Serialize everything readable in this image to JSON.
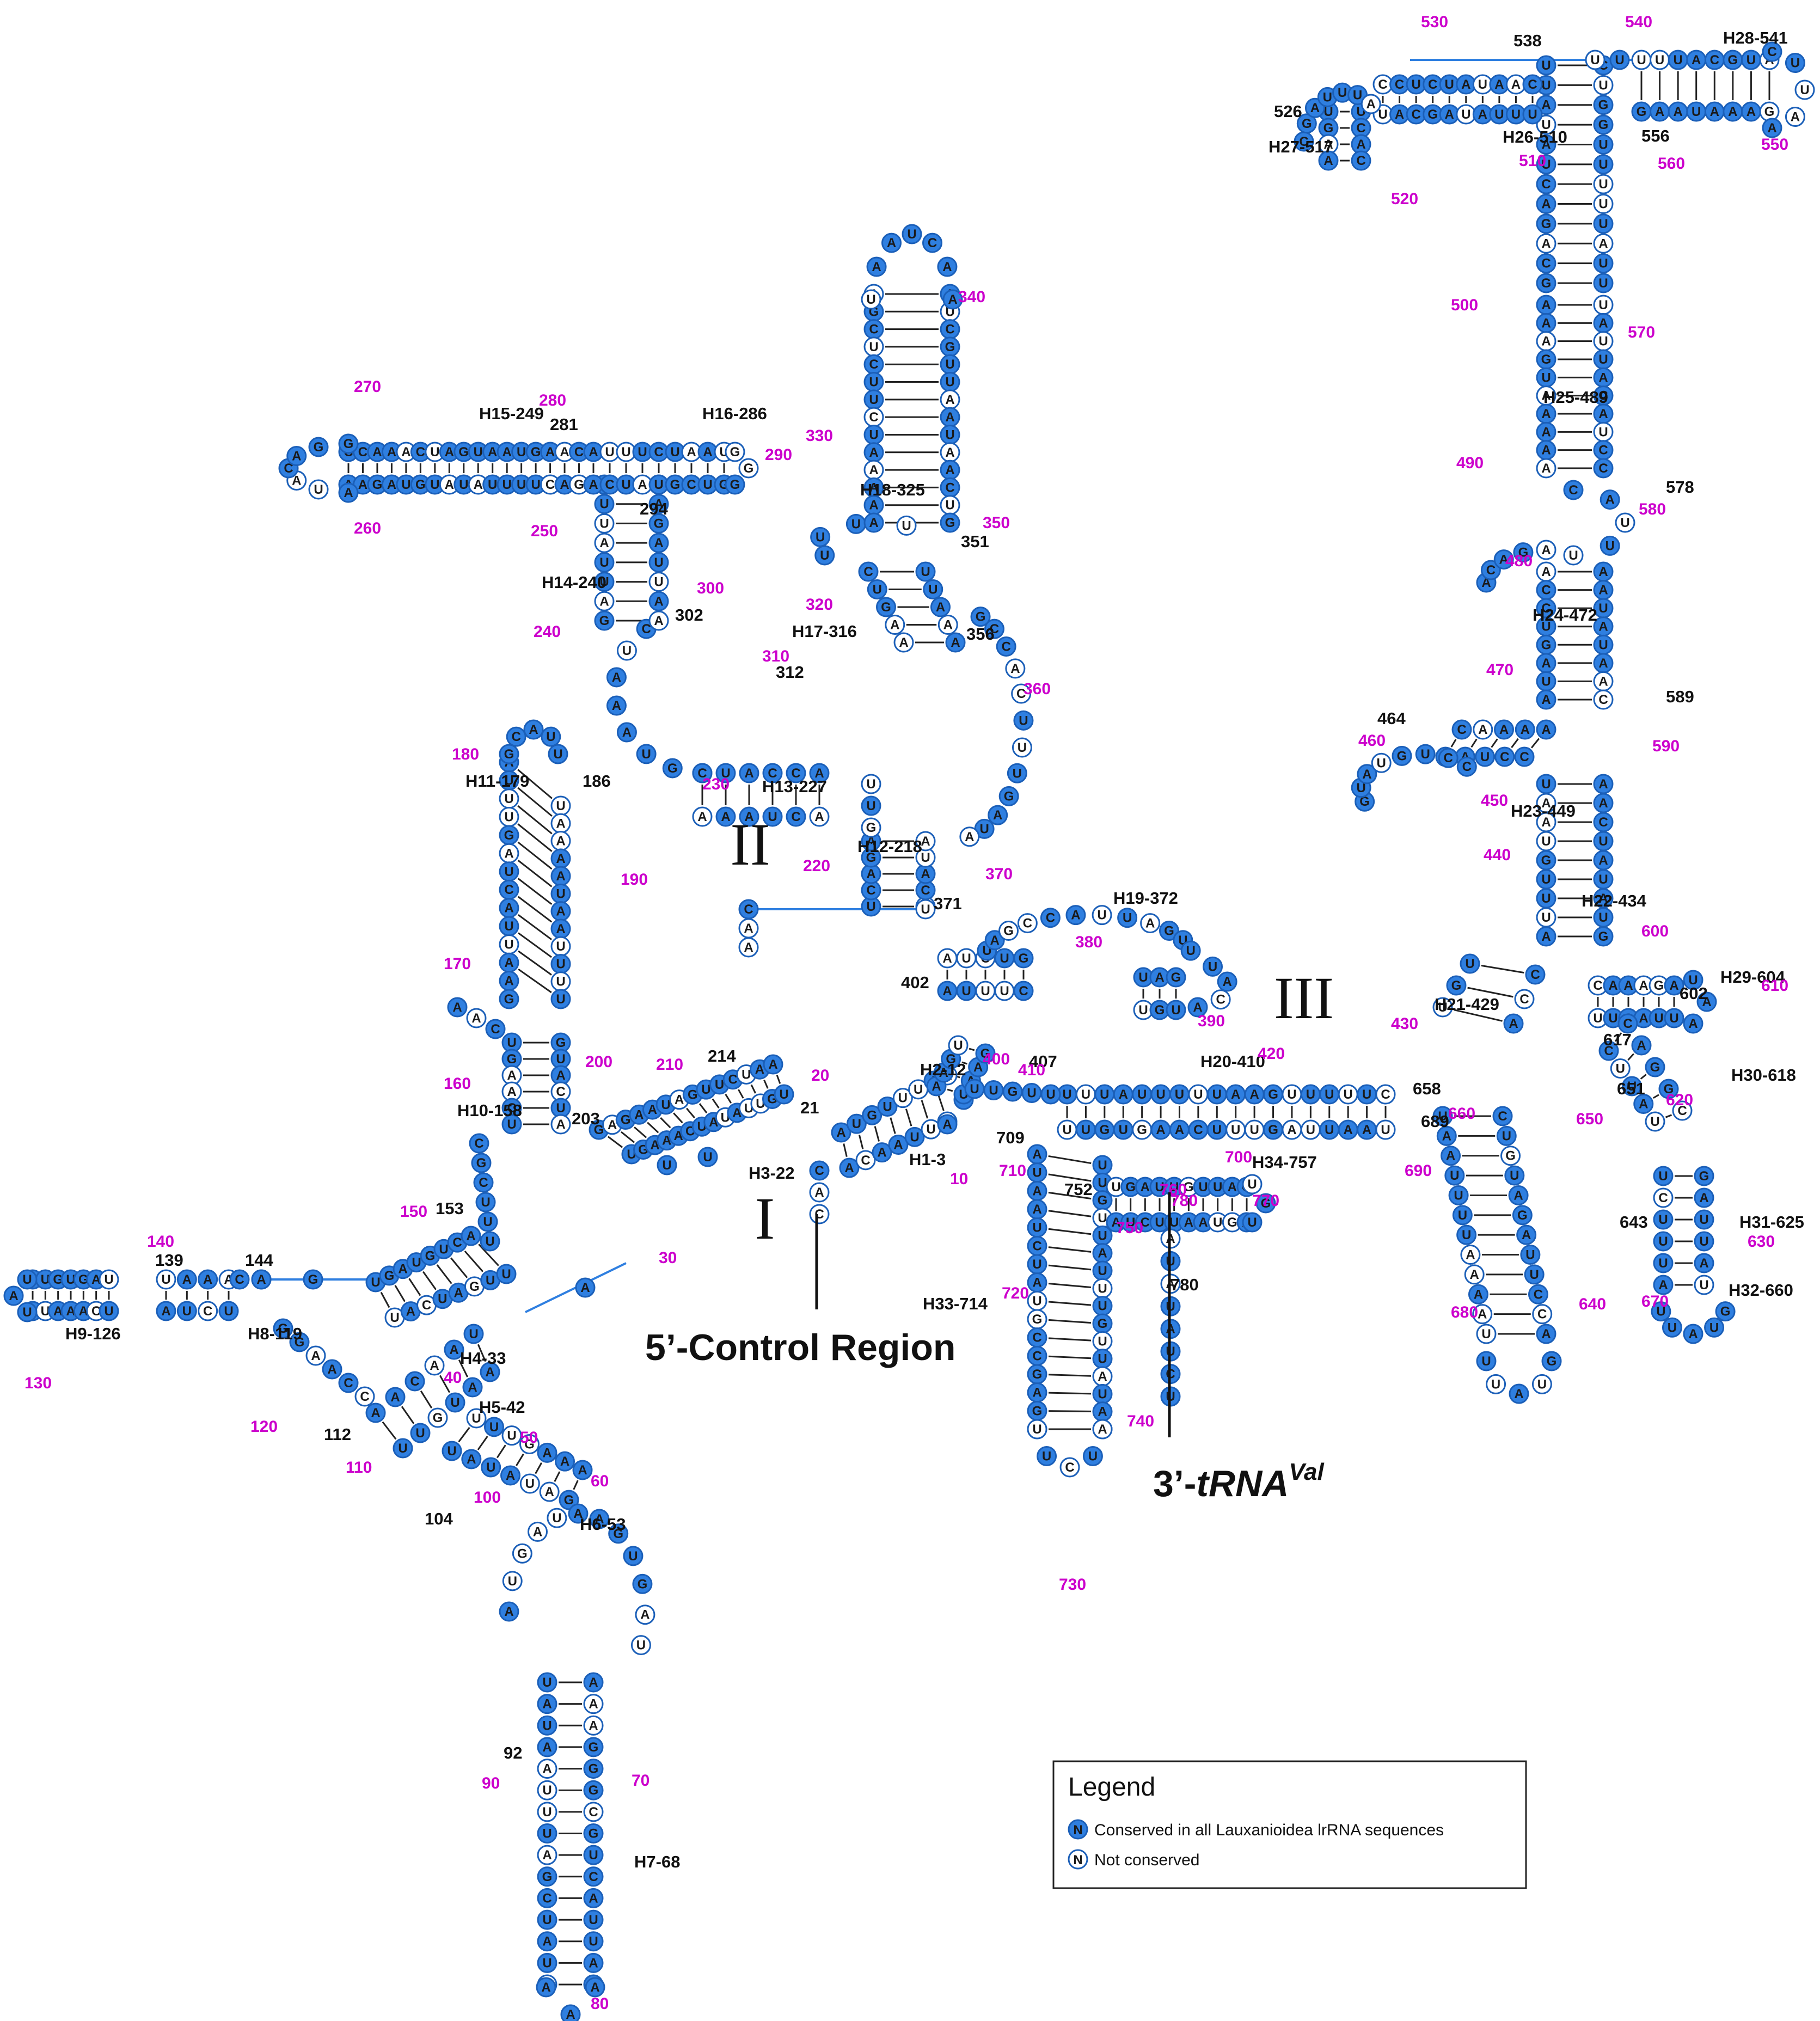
{
  "colors": {
    "conserved": "#2f7fe0",
    "not_conserved": "#ffffff",
    "stroke": "#1b5fb8",
    "position_label": "#cc00cc",
    "backbone": "#2f7fe0",
    "pair_line": "#222222"
  },
  "domain_labels": [
    {
      "id": "I",
      "text": "I"
    },
    {
      "id": "II",
      "text": "II"
    },
    {
      "id": "III",
      "text": "III"
    }
  ],
  "region_labels": {
    "control_region": "5’-Control Region",
    "trna_val_prefix": "3’-",
    "trna_val_main": "tRNA",
    "trna_val_sup": "Val"
  },
  "legend": {
    "title": "Legend",
    "items": [
      {
        "symbol": "N",
        "conserved": true,
        "label": "Conserved in all Lauxanioidea lrRNA sequences"
      },
      {
        "symbol": "N",
        "conserved": false,
        "label": "Not conserved"
      }
    ]
  },
  "helix_labels": [
    "H1-3",
    "H2-12",
    "H3-22",
    "H4-33",
    "H5-42",
    "H6-53",
    "H7-68",
    "H8-119",
    "H9-126",
    "H10-158",
    "H11-179",
    "H12-218",
    "H13-227",
    "H14-240",
    "H15-249",
    "H16-286",
    "H17-316",
    "H18-325",
    "H19-372",
    "H20-410",
    "H21-429",
    "H22-434",
    "H23-449",
    "H24-472",
    "H25-489",
    "H26-510",
    "H27-517",
    "H28-541",
    "H29-604",
    "H30-618",
    "H31-625",
    "H32-660",
    "H33-714",
    "H34-757"
  ],
  "black_numbers": [
    "21",
    "104",
    "92",
    "112",
    "139",
    "144",
    "153",
    "186",
    "203",
    "214",
    "281",
    "294",
    "302",
    "312",
    "351",
    "356",
    "371",
    "402",
    "407",
    "464",
    "526",
    "538",
    "556",
    "578",
    "589",
    "602",
    "617",
    "643",
    "651",
    "658",
    "689",
    "709",
    "752",
    "780"
  ],
  "magenta_numbers": [
    "10",
    "20",
    "30",
    "40",
    "50",
    "60",
    "70",
    "80",
    "90",
    "100",
    "110",
    "120",
    "130",
    "140",
    "150",
    "160",
    "170",
    "180",
    "190",
    "200",
    "210",
    "220",
    "230",
    "240",
    "250",
    "260",
    "270",
    "280",
    "290",
    "300",
    "310",
    "320",
    "330",
    "340",
    "350",
    "360",
    "370",
    "380",
    "390",
    "400",
    "410",
    "420",
    "430",
    "440",
    "450",
    "460",
    "470",
    "480",
    "490",
    "500",
    "510",
    "520",
    "530",
    "540",
    "550",
    "560",
    "570",
    "580",
    "590",
    "600",
    "610",
    "620",
    "630",
    "640",
    "650",
    "660",
    "670",
    "680",
    "690",
    "700",
    "710",
    "720",
    "730",
    "740",
    "750",
    "760",
    "770",
    "780"
  ]
}
